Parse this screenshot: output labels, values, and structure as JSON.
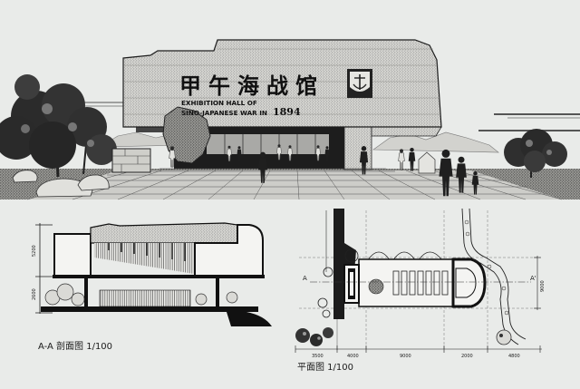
{
  "building": {
    "title_cn": "甲午海战馆",
    "title_en_line1": "EXHIBITION HALL OF",
    "title_en_line2": "SINO-JAPANESE WAR IN",
    "year": "1894"
  },
  "section": {
    "label": "A-A 剖面图 1/100",
    "dims": [
      "5200",
      "2600"
    ]
  },
  "plan": {
    "label": "平面图 1/100",
    "axis_left": "A",
    "axis_right": "A'",
    "dims_bottom": [
      "3500",
      "4000",
      "9000",
      "2000",
      "4800"
    ],
    "dim_right": "9000"
  },
  "colors": {
    "paper": "#e9ebe9",
    "ink": "#1b1b1b"
  }
}
